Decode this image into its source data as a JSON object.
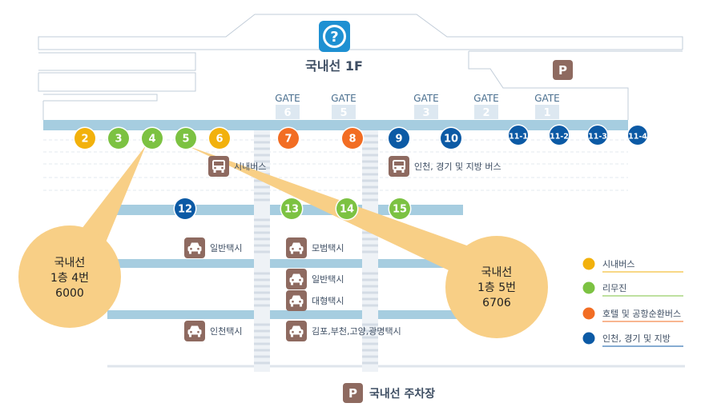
{
  "map": {
    "title": "국내선 1F",
    "colors": {
      "city_bus": "#f2b10c",
      "limousine": "#7cc242",
      "hotel_bus": "#f26d23",
      "regional_bus": "#0c5aa5",
      "road": "#a6cde0",
      "icon_bg": "#8e6a60",
      "callout": "#f8cf86",
      "info_icon": "#1e90d2",
      "text": "#3e4e63"
    },
    "gates": [
      {
        "label": "GATE",
        "num": "6"
      },
      {
        "label": "GATE",
        "num": "5"
      },
      {
        "label": "GATE",
        "num": "3"
      },
      {
        "label": "GATE",
        "num": "2"
      },
      {
        "label": "GATE",
        "num": "1"
      }
    ],
    "stops": [
      {
        "num": "2",
        "type": "city_bus"
      },
      {
        "num": "3",
        "type": "limousine"
      },
      {
        "num": "4",
        "type": "limousine"
      },
      {
        "num": "5",
        "type": "limousine"
      },
      {
        "num": "6",
        "type": "city_bus"
      },
      {
        "num": "7",
        "type": "hotel_bus"
      },
      {
        "num": "8",
        "type": "hotel_bus"
      },
      {
        "num": "9",
        "type": "regional_bus"
      },
      {
        "num": "10",
        "type": "regional_bus"
      },
      {
        "num": "11-1",
        "type": "regional_bus"
      },
      {
        "num": "11-2",
        "type": "regional_bus"
      },
      {
        "num": "11-3",
        "type": "regional_bus"
      },
      {
        "num": "11-4",
        "type": "regional_bus"
      },
      {
        "num": "12",
        "type": "regional_bus"
      },
      {
        "num": "13",
        "type": "limousine"
      },
      {
        "num": "14",
        "type": "limousine"
      },
      {
        "num": "15",
        "type": "limousine"
      }
    ],
    "bus_labels": [
      "시내버스",
      "인천, 경기 및 지방 버스"
    ],
    "taxi_labels": [
      "일반택시",
      "모범택시",
      "일반택시",
      "대형택시",
      "인천택시",
      "김포,부천,고양,광명택시"
    ],
    "callouts": [
      {
        "line1": "국내선",
        "line2": "1층 4번",
        "line3": "6000"
      },
      {
        "line1": "국내선",
        "line2": "1층 5번",
        "line3": "6706"
      }
    ],
    "legend": [
      {
        "label": "시내버스",
        "type": "city_bus"
      },
      {
        "label": "리무진",
        "type": "limousine"
      },
      {
        "label": "호텔 및 공항순환버스",
        "type": "hotel_bus"
      },
      {
        "label": "인천, 경기 및 지방",
        "type": "regional_bus"
      }
    ],
    "parking": {
      "icon": "P",
      "label": "국내선 주차장"
    },
    "icons": {
      "info": "question-icon",
      "bus": "bus-icon",
      "taxi": "taxi-icon",
      "parking": "parking-icon"
    }
  }
}
